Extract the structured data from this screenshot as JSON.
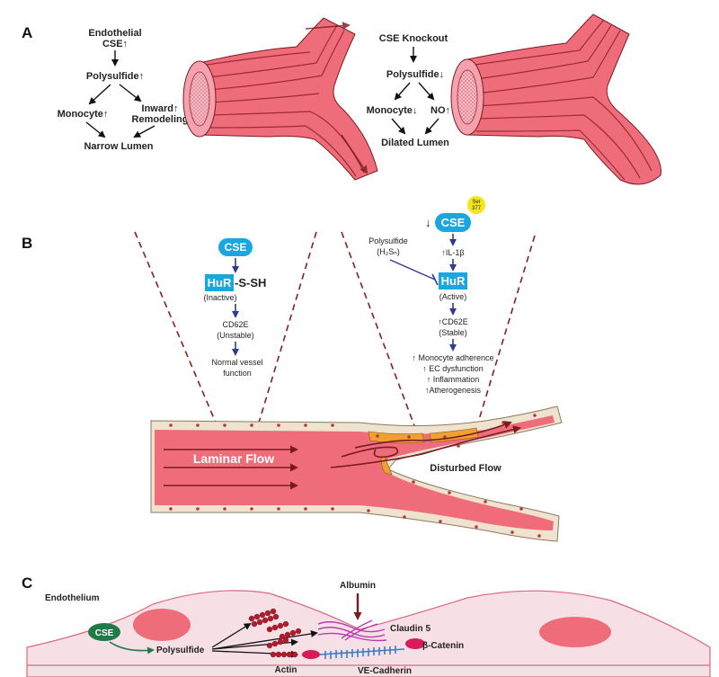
{
  "panel_labels": {
    "a": "A",
    "b": "B",
    "c": "C"
  },
  "panel_a": {
    "left": {
      "cse": "Endothelial CSE↑",
      "cse_line1": "Endothelial",
      "cse_line2": "CSE↑",
      "polysulfide": "Polysulfide↑",
      "monocyte": "Monocyte↑",
      "inward_line1": "Inward↑",
      "inward_line2": "Remodeling",
      "outcome": "Narrow Lumen"
    },
    "right": {
      "cse": "CSE Knockout",
      "polysulfide": "Polysulfide↓",
      "monocyte": "Monocyte↓",
      "no": "NO↑",
      "outcome": "Dilated Lumen"
    }
  },
  "panel_b": {
    "left_path": {
      "cse": "CSE",
      "hur": "HuR",
      "hur_suffix": "-S-SH",
      "hur_state": "(Inactive)",
      "cd62e": "CD62E",
      "cd62e_state": "(Unstable)",
      "result_line1": "Normal vessel",
      "result_line2": "function"
    },
    "right_path": {
      "cse": "CSE",
      "cse_arrow": "↓",
      "ser_badge_line1": "Ser",
      "ser_badge_line2": "377",
      "il1b": "↑IL-1β",
      "polysulfide_line1": "Polysulfide",
      "polysulfide_line2": "(H₂Sₙ)",
      "hur": "HuR",
      "hur_state": "(Active)",
      "cd62e": "↑CD62E",
      "cd62e_state": "(Stable)",
      "outcomes": [
        "↑ Monocyte adherence",
        "↑ EC dysfunction",
        "↑ Inflammation",
        "↑Atherogenesis"
      ]
    },
    "laminar_label": "Laminar Flow",
    "disturbed_label": "Disturbed Flow"
  },
  "panel_c": {
    "endothelium": "Endothelium",
    "cse": "CSE",
    "polysulfide": "Polysulfide",
    "albumin": "Albumin",
    "claudin": "Claudin 5",
    "catenin": "β-Catenin",
    "actin": "Actin",
    "ve_cadherin": "VE-Cadherin"
  },
  "colors": {
    "vessel": "#ef6d7a",
    "vessel_dark": "#c9475a",
    "cse_blue": "#1aa6df",
    "cse_green": "#1f7a4a",
    "badge_yellow": "#f5e61a",
    "arrow_blue": "#2e3b8f",
    "cell_fill": "#f7dfe6",
    "nucleus": "#ef6d7a",
    "endo_cell": "#efe3cf",
    "disturbed_cell": "#f0a030"
  }
}
